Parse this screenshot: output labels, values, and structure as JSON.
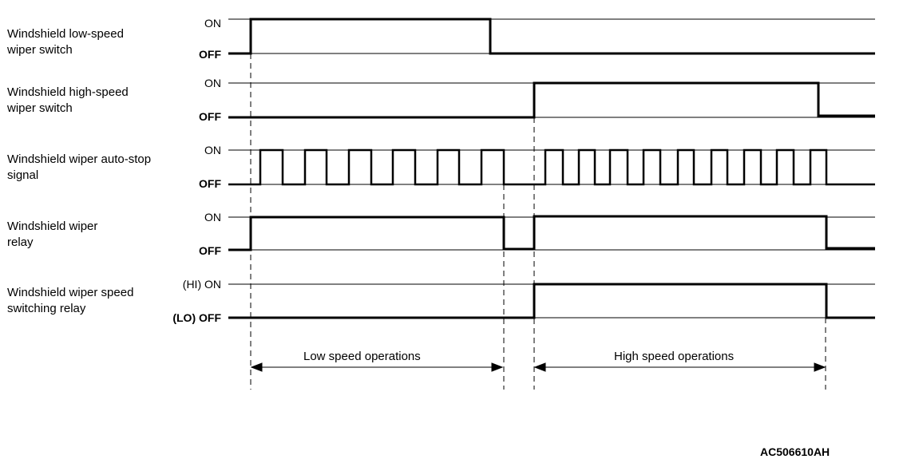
{
  "signals": [
    {
      "label_lines": [
        "Windshield low-speed",
        "wiper switch"
      ],
      "on_label": "ON",
      "off_label": "OFF",
      "off_bold": true
    },
    {
      "label_lines": [
        "Windshield high-speed",
        "wiper switch"
      ],
      "on_label": "ON",
      "off_label": "OFF",
      "off_bold": true
    },
    {
      "label_lines": [
        "Windshield wiper auto-stop",
        "signal"
      ],
      "on_label": "ON",
      "off_label": "OFF",
      "off_bold": true
    },
    {
      "label_lines": [
        "Windshield wiper",
        "relay"
      ],
      "on_label": "ON",
      "off_label": "OFF",
      "off_bold": true
    },
    {
      "label_lines": [
        "Windshield wiper speed",
        "switching relay"
      ],
      "on_label": "(HI) ON",
      "off_label": "(LO) OFF",
      "off_bold": true
    }
  ],
  "operations": {
    "low": "Low speed operations",
    "high": "High speed operations"
  },
  "figure_code": "AC506610AH"
}
